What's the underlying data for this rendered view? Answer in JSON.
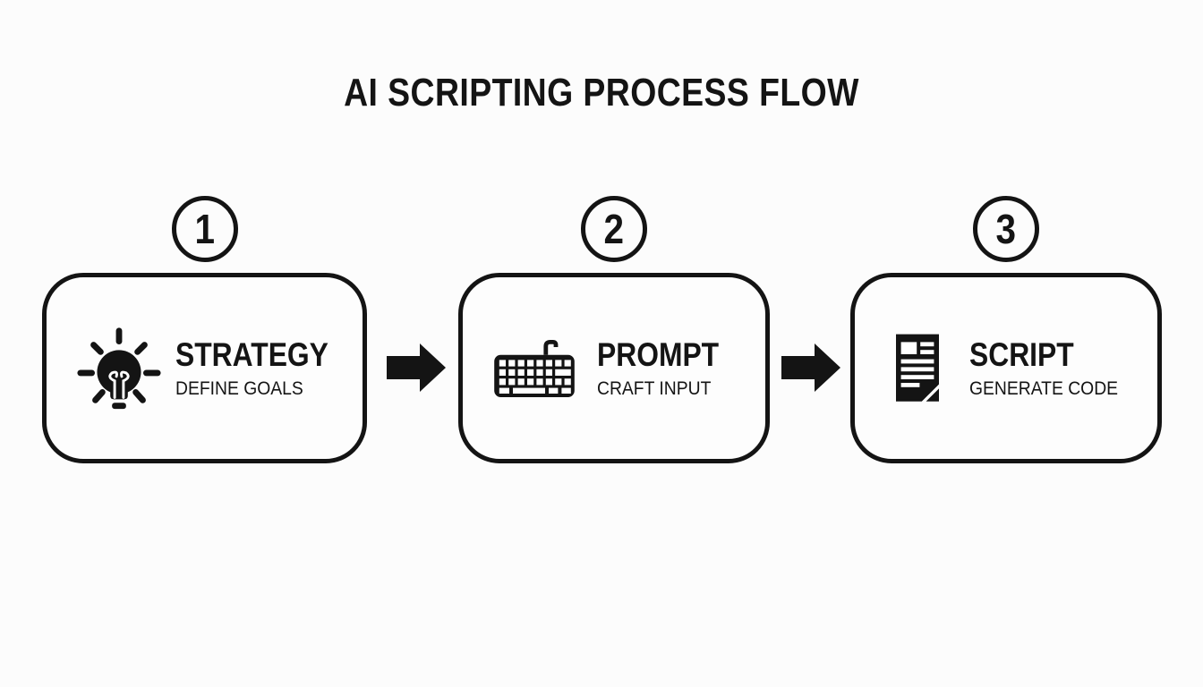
{
  "title": "AI SCRIPTING PROCESS FLOW",
  "steps": [
    {
      "number": "1",
      "label": "STRATEGY",
      "sublabel": "DEFINE GOALS",
      "icon": "lightbulb-icon"
    },
    {
      "number": "2",
      "label": "PROMPT",
      "sublabel": "CRAFT INPUT",
      "icon": "keyboard-icon"
    },
    {
      "number": "3",
      "label": "SCRIPT",
      "sublabel": "GENERATE CODE",
      "icon": "document-icon"
    }
  ],
  "connectors": [
    {
      "type": "arrow-right"
    },
    {
      "type": "arrow-right"
    }
  ],
  "colors": {
    "ink": "#141414",
    "background": "#fcfcfc"
  }
}
